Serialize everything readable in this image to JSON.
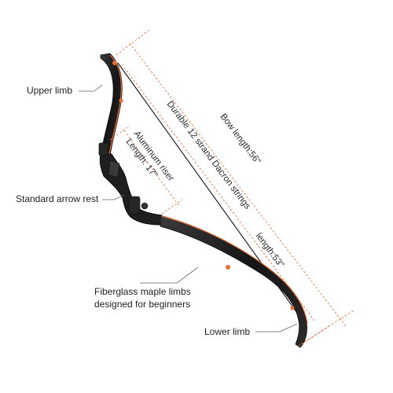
{
  "labels": {
    "upper_limb": "Upper limb",
    "arrow_rest": "Standard arrow rest",
    "limbs_line1": "Fiberglass maple limbs",
    "limbs_line2": "designed for beginners",
    "lower_limb": "Lower limb",
    "riser_line1": "Aluminum riser",
    "riser_line2": "Length: 17\"",
    "strings": "Durable 12 strand Dacron strings",
    "bow_length": "Bow length:56\"",
    "string_length": "length:53\""
  },
  "colors": {
    "accent": "#e8703a",
    "bow_body": "#1c1c1c",
    "leader": "#555555"
  }
}
